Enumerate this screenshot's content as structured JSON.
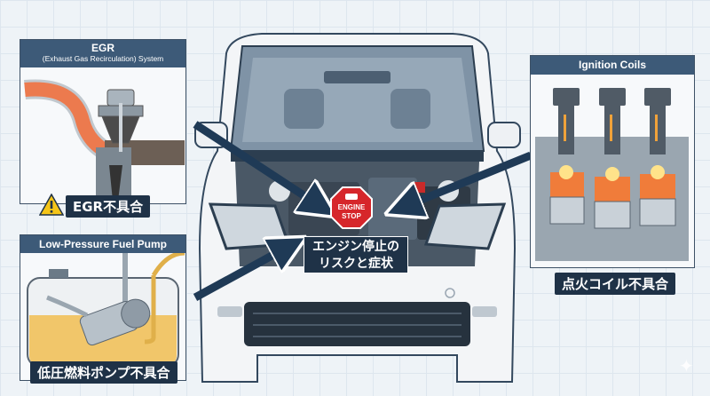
{
  "panels": {
    "egr": {
      "title": "EGR",
      "subtitle": "(Exhaust Gas Recirculation) System",
      "label": "EGR不具合",
      "warning_icon": "warning-triangle-icon"
    },
    "fuel_pump": {
      "title": "Low-Pressure Fuel Pump",
      "label": "低圧燃料ポンプ不具合"
    },
    "ignition": {
      "title": "Ignition Coils",
      "label": "点火コイル不具合"
    }
  },
  "center": {
    "sign_line1": "ENGINE",
    "sign_line2": "STOP",
    "caption_line1": "エンジン停止の",
    "caption_line2": "リスクと症状"
  },
  "colors": {
    "panel_header": "#3d5a78",
    "label_bg": "#1f3247",
    "arrow": "#1f3a56",
    "stop_red": "#d6262b",
    "fuel": "#f1c66a",
    "exhaust": "#ec7a4e",
    "warning": "#f5c518"
  }
}
